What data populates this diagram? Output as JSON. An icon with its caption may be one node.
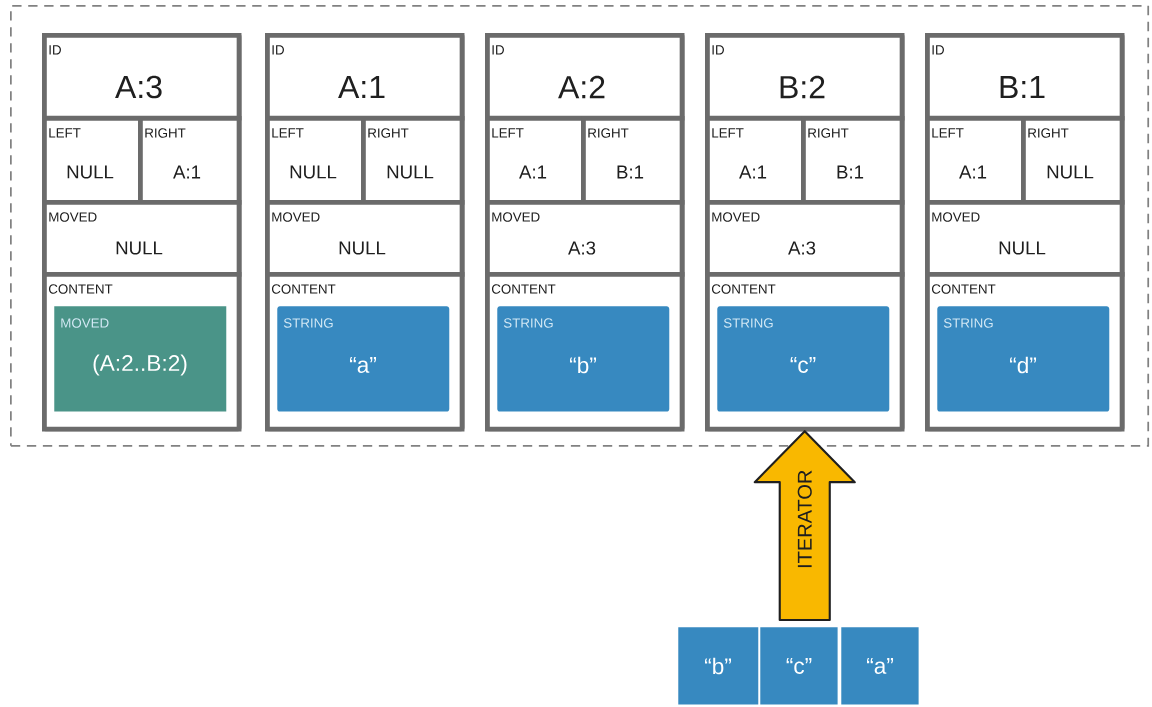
{
  "diagram": {
    "nodes": [
      {
        "text": [],
        "shape": "box"
      },
      {
        "text": [],
        "shape": "box",
        "in": 0
      },
      {
        "text": [
          "ID",
          "A:3"
        ],
        "in": 1
      },
      {
        "text": [
          "LEFT",
          "NULL"
        ],
        "in": 1
      },
      {
        "text": [
          "RIGHT",
          "A:1"
        ],
        "in": 1
      },
      {
        "text": [
          "MOVED",
          "NULL"
        ],
        "in": 1
      },
      {
        "text": [
          "CONTENT"
        ],
        "in": 1
      },
      {
        "text": [
          "MOVED",
          "(A:2..B:2)"
        ],
        "in": 6
      },
      {
        "text": [],
        "shape": "box",
        "in": 0
      },
      {
        "text": [
          "ID",
          "A:1"
        ],
        "in": 8
      },
      {
        "text": [
          "LEFT",
          "NULL"
        ],
        "in": 8
      },
      {
        "text": [
          "RIGHT",
          "NULL"
        ],
        "in": 8
      },
      {
        "text": [
          "MOVED",
          "NULL"
        ],
        "in": 8
      },
      {
        "text": [
          "CONTENT"
        ],
        "in": 8
      },
      {
        "text": [
          "STRING",
          "“a”"
        ],
        "in": 13
      },
      {
        "text": [],
        "shape": "box",
        "in": 0
      },
      {
        "text": [
          "ID",
          "A:2"
        ],
        "in": 15
      },
      {
        "text": [
          "LEFT",
          "A:1"
        ],
        "in": 15
      },
      {
        "text": [
          "RIGHT",
          "B:1"
        ],
        "in": 15
      },
      {
        "text": [
          "MOVED",
          "A:3"
        ],
        "in": 15
      },
      {
        "text": [
          "CONTENT"
        ],
        "in": 15
      },
      {
        "text": [
          "STRING",
          "“b”"
        ],
        "in": 20
      },
      {
        "text": [],
        "shape": "box",
        "in": 0
      },
      {
        "text": [
          "ID",
          "B:2"
        ],
        "in": 22
      },
      {
        "text": [
          "LEFT",
          "A:1"
        ],
        "in": 22
      },
      {
        "text": [
          "RIGHT",
          "B:1"
        ],
        "in": 22
      },
      {
        "text": [
          "MOVED",
          "A:3"
        ],
        "in": 22
      },
      {
        "text": [
          "CONTENT"
        ],
        "in": 22
      },
      {
        "text": [
          "STRING",
          "“c”"
        ],
        "in": 27
      },
      {
        "text": [],
        "shape": "box",
        "in": 0
      },
      {
        "text": [
          "ID",
          "B:1"
        ],
        "in": 29
      },
      {
        "text": [
          "LEFT",
          "A:1"
        ],
        "in": 29
      },
      {
        "text": [
          "RIGHT",
          "NULL"
        ],
        "in": 29
      },
      {
        "text": [
          "MOVED",
          "NULL"
        ],
        "in": 29
      },
      {
        "text": [
          "CONTENT"
        ],
        "in": 29
      },
      {
        "text": [
          "STRING",
          "“d”"
        ],
        "in": 34
      },
      {
        "text": [
          "“b”"
        ]
      },
      {
        "text": [
          "“c”"
        ]
      },
      {
        "text": [
          "“a”"
        ]
      }
    ],
    "edges": [
      {
        "from": 37,
        "to": 22,
        "arrow": "to",
        "label": "ITERATOR",
        "style": "thick",
        "color": "#f9b800"
      }
    ]
  }
}
